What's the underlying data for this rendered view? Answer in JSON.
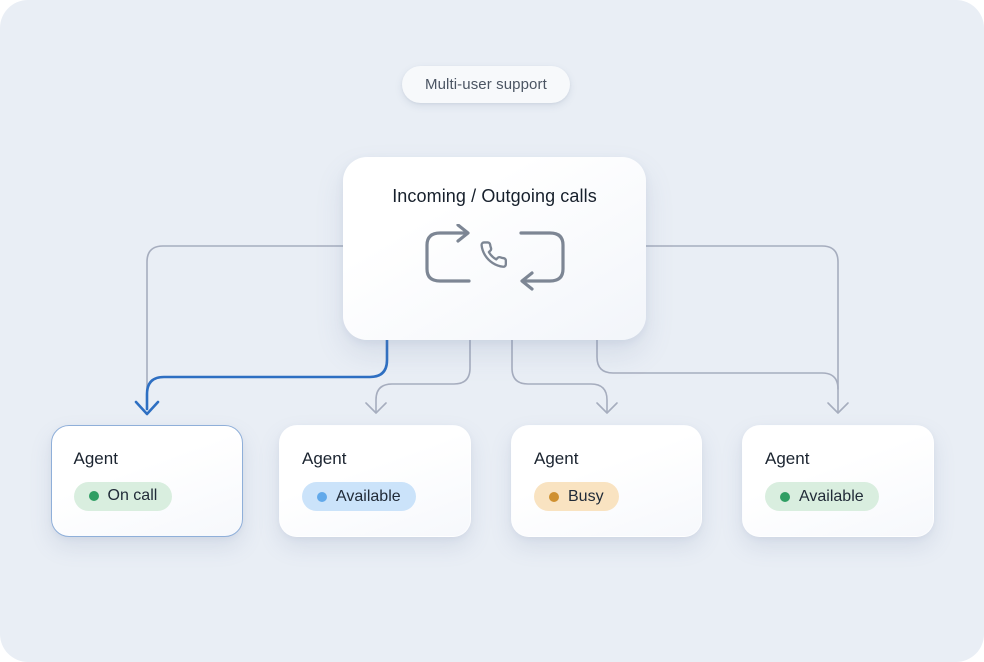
{
  "badge": {
    "label": "Multi-user support"
  },
  "hub": {
    "title": "Incoming / Outgoing calls",
    "icon": "phone-cycle-icon"
  },
  "agents": [
    {
      "label": "Agent",
      "status": "On call",
      "status_color": "green",
      "highlighted": true
    },
    {
      "label": "Agent",
      "status": "Available",
      "status_color": "blue",
      "highlighted": false
    },
    {
      "label": "Agent",
      "status": "Busy",
      "status_color": "orange",
      "highlighted": false
    },
    {
      "label": "Agent",
      "status": "Available",
      "status_color": "green",
      "highlighted": false
    }
  ],
  "colors": {
    "canvas-bg": "#e9eef5",
    "badge-bg": "#f7f9fb",
    "badge-text": "#4b5563",
    "heading-text": "#17202c",
    "agent-text": "#1b2430",
    "status-text": "#212b38",
    "line-gray": "#a6adbe",
    "line-blue": "#2e6fc2",
    "icon-gray": "#7d8694",
    "highlight-border": "#8fafd9",
    "green-bg": "#d9eedf",
    "green-dot": "#2f9e63",
    "blue-bg": "#cbe3fa",
    "blue-dot": "#62a9ea",
    "orange-bg": "#f9e3c1",
    "orange-dot": "#cf9030"
  }
}
